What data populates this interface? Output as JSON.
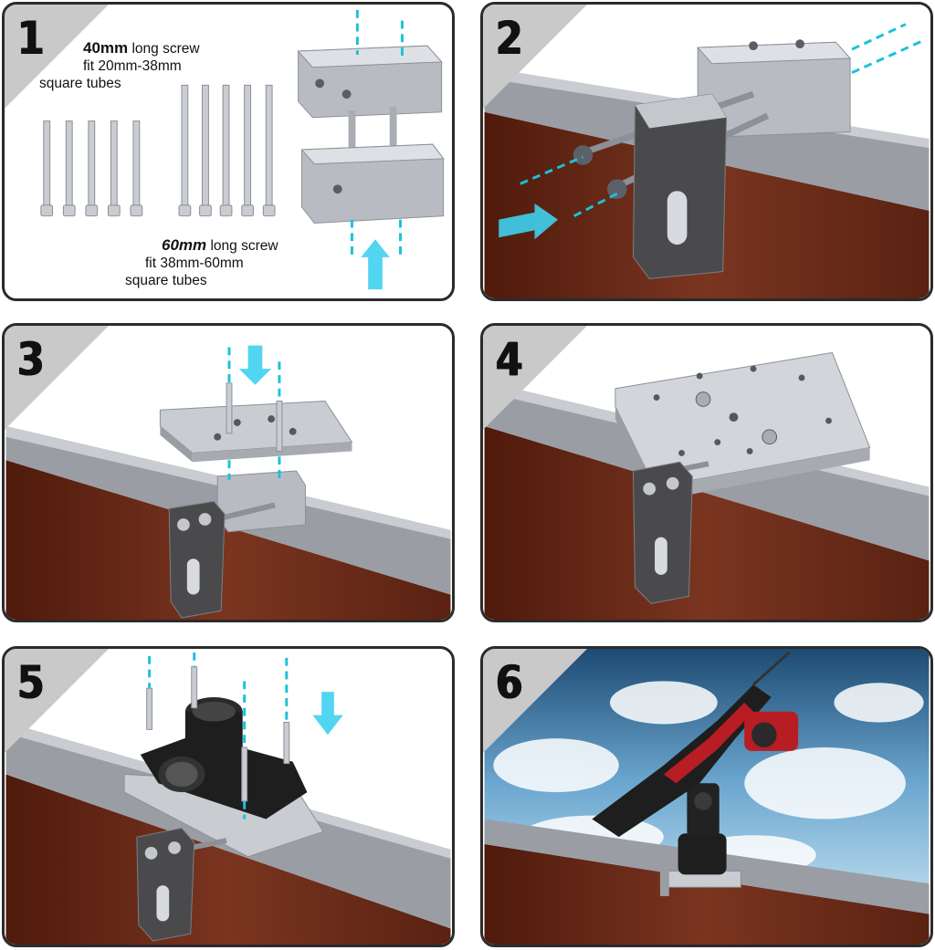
{
  "steps": [
    {
      "number": "1"
    },
    {
      "number": "2"
    },
    {
      "number": "3"
    },
    {
      "number": "4"
    },
    {
      "number": "5"
    },
    {
      "number": "6"
    }
  ],
  "screw_short": {
    "length": "40mm",
    "label": "long screw",
    "fit": "fit 20mm-38mm",
    "tubes": "square tubes"
  },
  "screw_long": {
    "length": "60mm",
    "label": "long screw",
    "fit": "fit 38mm-60mm",
    "tubes": "square tubes"
  },
  "colors": {
    "border": "#2b2b2b",
    "corner": "#c9c9c9",
    "aluminum": "#c4c7cc",
    "wood": "#6a2a18",
    "guide": "#19c3d8",
    "arrow": "#3fd0f0",
    "mount": "#1e1e1e",
    "accent_red": "#b81d24"
  },
  "icons": [
    "up-arrow-icon",
    "right-arrow-icon",
    "down-arrow-icon"
  ]
}
